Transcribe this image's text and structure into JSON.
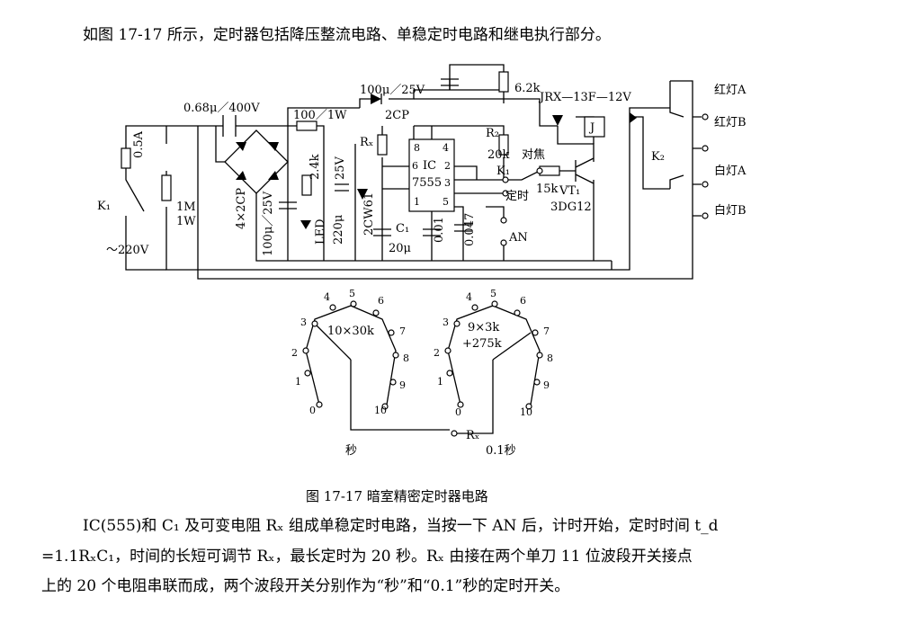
{
  "text": {
    "intro": "如图 17-17 所示，定时器包括降压整流电路、单稳定时电路和继电执行部分。",
    "caption": "图 17-17   暗室精密定时器电路",
    "body1": "IC(555)和 C₁ 及可变电阻 Rₓ 组成单稳定时电路，当按一下 AN 后，计时开始，定时时间 t_d",
    "body2": "=1.1RₓC₁，时间的长短可调节 Rₓ，最长定时为 20 秒。Rₓ 由接在两个单刀 11 位波段开关接点",
    "body3": "上的 20 个电阻串联而成，两个波段开关分别作为“秒”和“0.1”秒的定时开关。"
  },
  "labels": {
    "fuse": "0.5A",
    "k1": "K₁",
    "mains": "～220V",
    "r1": "1M",
    "r1w": "1W",
    "cin": "0.68μ／400V",
    "bridge": "4×2CP",
    "c100": "100μ／25V",
    "r100": "100／1W",
    "c2": "2.4k",
    "led": "LED",
    "c220": "220μ",
    "c25v": "25V",
    "zener": "2CW61",
    "topcap": "100μ／25V",
    "r62": "6.2k",
    "d2cp": "2CP",
    "rx": "Rₓ",
    "ic_ic": "IC",
    "ic_555": "7555",
    "pin8": "8",
    "pin4": "4",
    "pin6": "6",
    "pin2": "2",
    "pin3": "3",
    "pin1": "1",
    "pin5": "5",
    "c1": "C₁",
    "c1v": "20μ",
    "c001": "0.01",
    "c0047": "0.047",
    "r2": "R₂",
    "r2v": "20k",
    "duijiao": "对焦",
    "k1b": "K₁",
    "dingshi": "定时",
    "an": "AN",
    "r15k": "15k",
    "vt1": "VT₁",
    "t3dg": "3DG12",
    "relay": "JRX—13F—12V",
    "j": "J",
    "k2": "K₂",
    "hongA": "红灯A",
    "hongB": "红灯B",
    "baiA": "白灯A",
    "baiB": "白灯B",
    "sw1": "10×30k",
    "sw2a": "9×3k",
    "sw2b": "+275k",
    "sec": "秒",
    "rx2": "Rₓ",
    "tenth": "0.1秒",
    "n0": "0",
    "n1": "1",
    "n2": "2",
    "n3": "3",
    "n4": "4",
    "n5": "5",
    "n6": "6",
    "n7": "7",
    "n8": "8",
    "n9": "9",
    "n10": "10"
  }
}
